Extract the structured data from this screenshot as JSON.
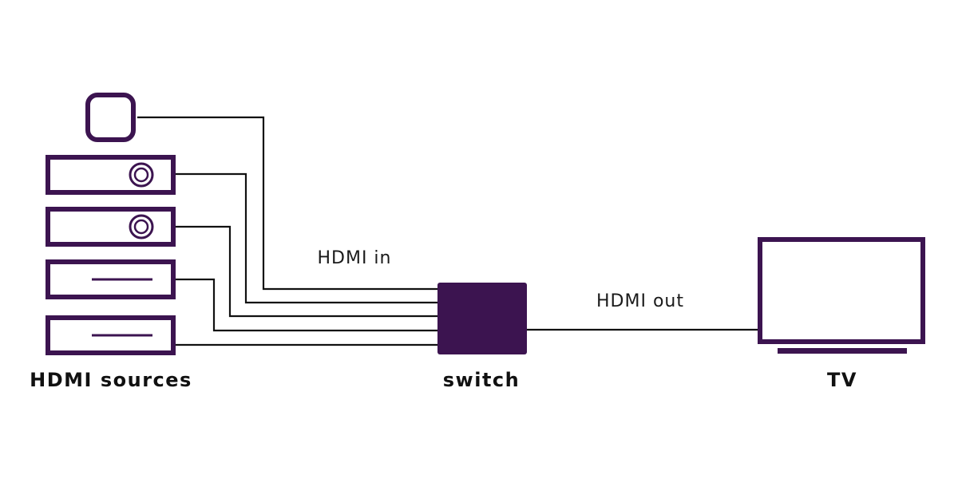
{
  "labels": {
    "sources": "HDMI sources",
    "switch": "switch",
    "tv": "TV",
    "hdmi_in": "HDMI in",
    "hdmi_out": "HDMI out"
  },
  "colors": {
    "device": "#3c1450",
    "cable": "#111111",
    "text": "#111111"
  },
  "sources": [
    {
      "name": "streaming-box"
    },
    {
      "name": "disc-player-1"
    },
    {
      "name": "disc-player-2"
    },
    {
      "name": "receiver-1"
    },
    {
      "name": "receiver-2"
    }
  ]
}
